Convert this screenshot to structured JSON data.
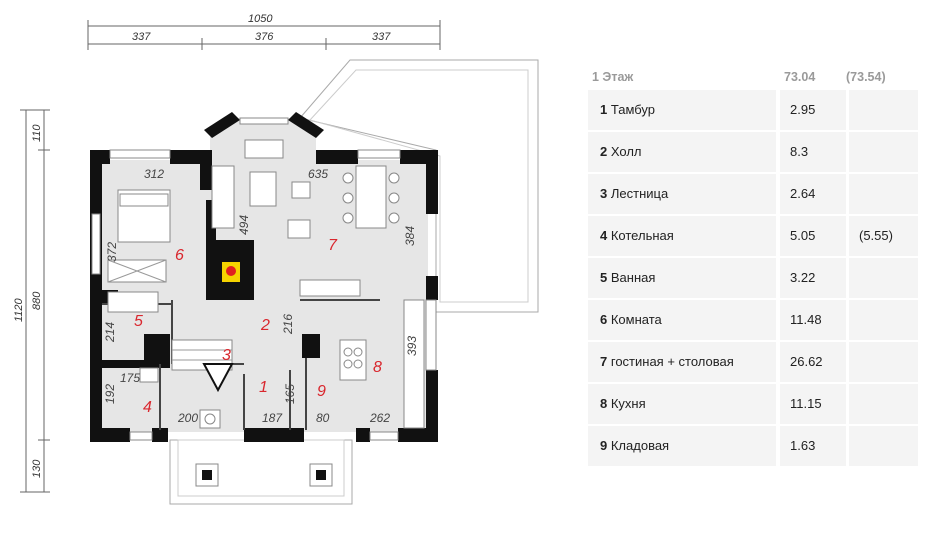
{
  "plan": {
    "dims_top": {
      "total": "1050",
      "seg1": "337",
      "seg2": "376",
      "seg3": "337"
    },
    "dims_left": {
      "total": "1120",
      "top": "110",
      "middle": "880",
      "bottom": "130"
    },
    "room_dims": [
      "312",
      "635",
      "494",
      "372",
      "384",
      "216",
      "214",
      "393",
      "175",
      "192",
      "200",
      "187",
      "165",
      "80",
      "262"
    ],
    "room_numbers": [
      "1",
      "2",
      "3",
      "4",
      "5",
      "6",
      "7",
      "8",
      "9"
    ]
  },
  "table": {
    "header": {
      "title": "1 Этаж",
      "area": "73.04",
      "area_alt": "(73.54)"
    },
    "rows": [
      {
        "num": "1",
        "name": "Тамбур",
        "area": "2.95",
        "alt": ""
      },
      {
        "num": "2",
        "name": "Холл",
        "area": "8.3",
        "alt": ""
      },
      {
        "num": "3",
        "name": "Лестница",
        "area": "2.64",
        "alt": ""
      },
      {
        "num": "4",
        "name": "Котельная",
        "area": "5.05",
        "alt": "(5.55)"
      },
      {
        "num": "5",
        "name": "Ванная",
        "area": "3.22",
        "alt": ""
      },
      {
        "num": "6",
        "name": "Комната",
        "area": "11.48",
        "alt": ""
      },
      {
        "num": "7",
        "name": "гостиная + столовая",
        "area": "26.62",
        "alt": ""
      },
      {
        "num": "8",
        "name": "Кухня",
        "area": "11.15",
        "alt": ""
      },
      {
        "num": "9",
        "name": "Кладовая",
        "area": "1.63",
        "alt": ""
      }
    ]
  }
}
